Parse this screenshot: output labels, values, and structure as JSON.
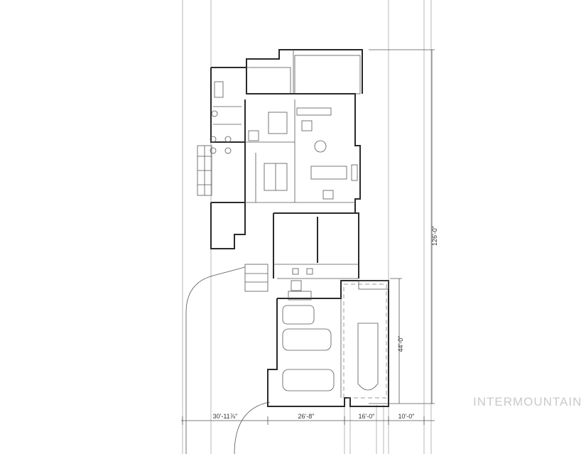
{
  "watermark": "INTERMOUNTAIN",
  "dimensions": {
    "overall_depth": "126'-0\"",
    "garage_depth": "44'-0\"",
    "left_setback": "30'-11⅞\"",
    "house_width": "26'-8\"",
    "garage_width": "16'-0\"",
    "right_setback": "10'-0\""
  },
  "colors": {
    "line": "#2a2a2a",
    "watermark": "#c9c9c9"
  }
}
